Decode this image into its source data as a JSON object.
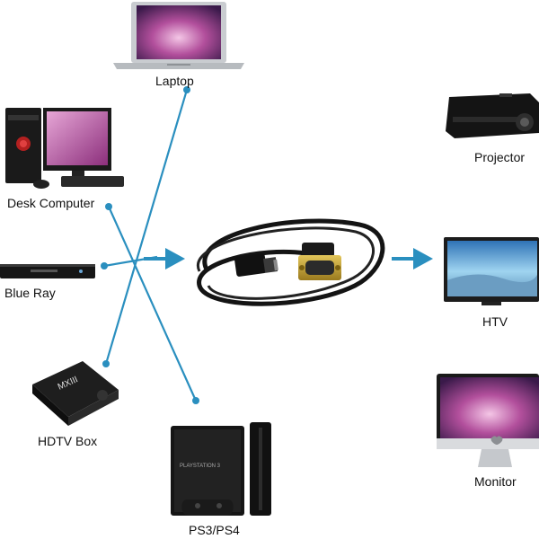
{
  "colors": {
    "connector": "#2a8fbf",
    "cable": "#141414",
    "gold": "#c8a437",
    "device_dark": "#1a1a1a",
    "screen_pink": "#c25aa6",
    "screen_blue": "#7ec6ec"
  },
  "sources": {
    "laptop": "Laptop",
    "desk_computer": "Desk Computer",
    "blue_ray": "Blue Ray",
    "hdtv_box": "HDTV Box",
    "ps3_ps4": "PS3/PS4"
  },
  "targets": {
    "projector": "Projector",
    "htv": "HTV",
    "monitor": "Monitor"
  },
  "icons": {
    "hdmi_to_vga_cable": "hdmi-vga-cable-icon",
    "tv_box_branding": "MXIII"
  }
}
